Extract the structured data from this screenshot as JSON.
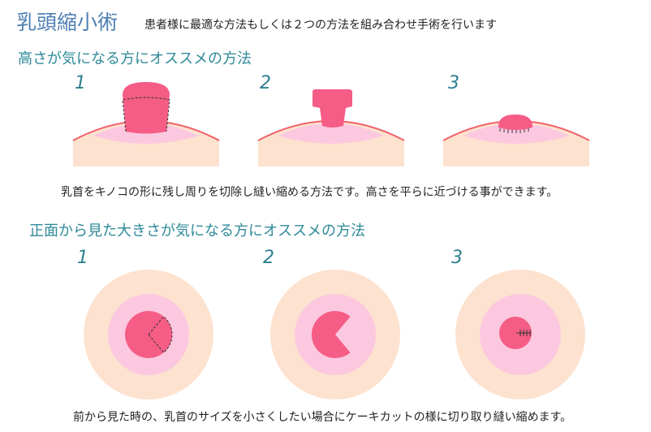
{
  "title": "乳頭縮小術",
  "subtitle": "患者様に最適な方法もしくは２つの方法を組み合わせ手術を行います",
  "sections": [
    {
      "heading": "高さが気になる方にオススメの方法",
      "steps": [
        "1",
        "2",
        "3"
      ],
      "caption": "乳首をキノコの形に残し周りを切除し縫い縮める方法です。高さを平らに近づける事ができます。"
    },
    {
      "heading": "正面から見た大きさが気になる方にオススメの方法",
      "steps": [
        "1",
        "2",
        "3"
      ],
      "caption": "前から見た時の、乳首のサイズを小さくしたい場合にケーキカットの様に切り取り縫い縮めます。"
    }
  ],
  "colors": {
    "skin": "#fde2cf",
    "areola": "#fcc8e0",
    "nipple": "#f55d86",
    "outline": "#f0606a",
    "title": "#4f7fb3",
    "heading": "#2f8a99"
  }
}
